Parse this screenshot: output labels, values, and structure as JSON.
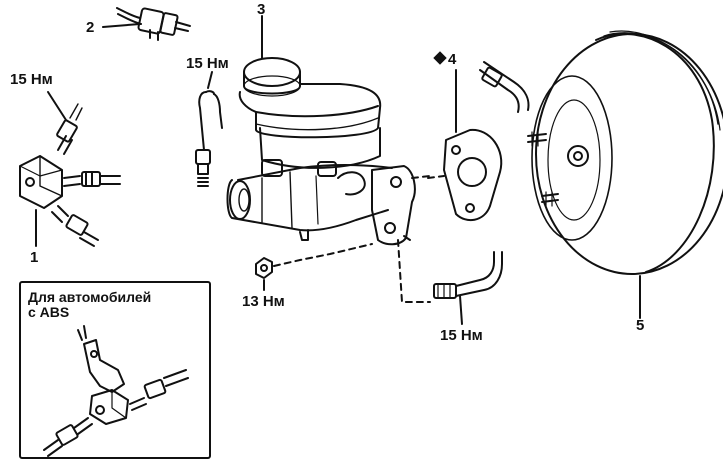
{
  "labels": {
    "part1": "1",
    "part2": "2",
    "part3": "3",
    "part4": "4",
    "part5": "5",
    "torque_union": "15 Нм",
    "torque_pipe": "15 Нм",
    "torque_nut": "13 Нм",
    "torque_lower": "15 Нм"
  },
  "inset": {
    "line1": "Для автомобилей",
    "line2": "с ABS"
  },
  "colors": {
    "ink": "#111111",
    "paper": "#ffffff"
  }
}
